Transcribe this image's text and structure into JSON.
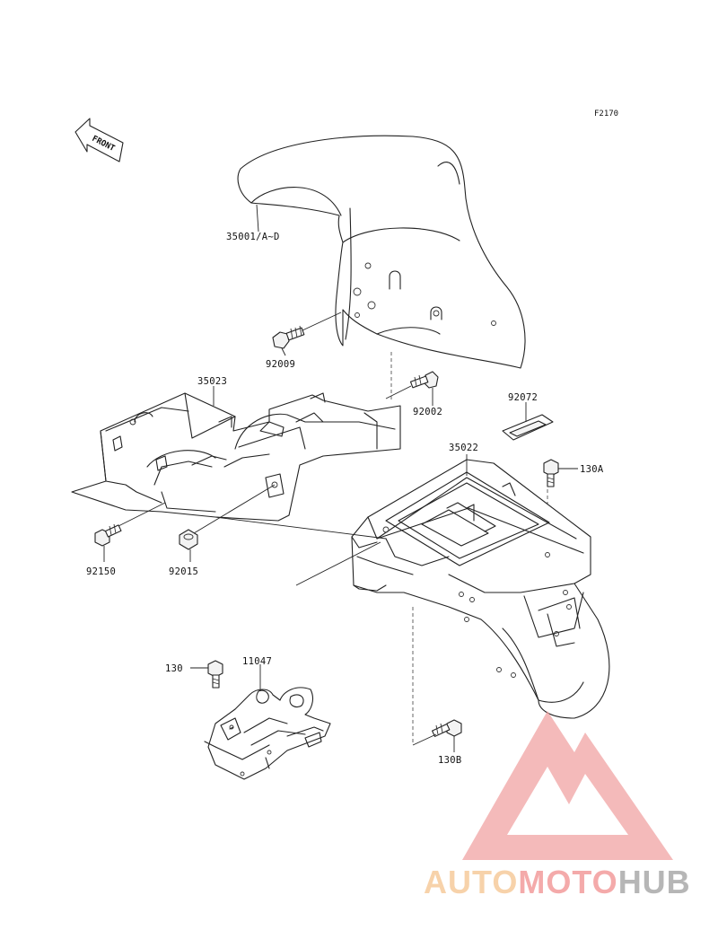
{
  "diagram": {
    "figure_code": "F2170",
    "front_label": "FRONT",
    "callouts": {
      "front_fender": "35001/A~D",
      "bolt_92009": "92009",
      "bolt_92002": "92002",
      "clip_92072": "92072",
      "inner_fender": "35023",
      "rear_fender": "35022",
      "bolt_130a": "130A",
      "bolt_92150": "92150",
      "nut_92015": "92015",
      "bolt_130": "130",
      "bracket_11047": "11047",
      "bolt_130b": "130B"
    }
  },
  "watermark": {
    "word_part1": "AUTO",
    "word_part2": "MOTO",
    "word_part3": "HUB",
    "colors": {
      "logo": "#f0a0a0",
      "part1": "#f5c28a",
      "part2": "#f08a8a",
      "part3": "#9a9a9a"
    }
  }
}
